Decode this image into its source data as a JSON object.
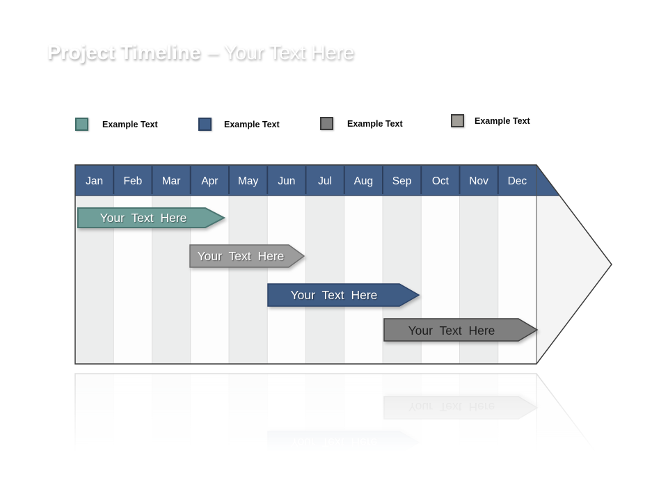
{
  "slide": {
    "title_bold": "Project Timeline",
    "title_rest": "– Your Text Here"
  },
  "legend": {
    "items": [
      {
        "label": "Example Text",
        "color": "#6F9E99",
        "border": "#3E6B66"
      },
      {
        "label": "Example Text",
        "color": "#41608A",
        "border": "#2A3F5F"
      },
      {
        "label": "Example Text",
        "color": "#7F7F7F",
        "border": "#3A3A3A"
      },
      {
        "label": "Example Text",
        "color": "#A19E98",
        "border": "#3A3A3A"
      }
    ]
  },
  "timeline": {
    "months": [
      "Jan",
      "Feb",
      "Mar",
      "Apr",
      "May",
      "Jun",
      "Jul",
      "Aug",
      "Sep",
      "Oct",
      "Nov",
      "Dec"
    ],
    "header_color": "#43608A",
    "bars": [
      {
        "label": "Your Text Here",
        "start": "Jan",
        "end": "Apr",
        "color": "#6F9E99",
        "border": "#4A7571",
        "text_color": "#FFFFFF"
      },
      {
        "label": "Your Text Here",
        "start": "Apr",
        "end": "Jun",
        "color": "#9C9C9C",
        "border": "#6E6E6E",
        "text_color": "#FFFFFF"
      },
      {
        "label": "Your Text Here",
        "start": "Jun",
        "end": "Sep",
        "color": "#3F5C84",
        "border": "#2A4166",
        "text_color": "#FFFFFF"
      },
      {
        "label": "Your Text Here",
        "start": "Sep",
        "end": "Dec",
        "color": "#7F7F7F",
        "border": "#3F3F3F",
        "text_color": "#1F1F1F"
      }
    ]
  }
}
